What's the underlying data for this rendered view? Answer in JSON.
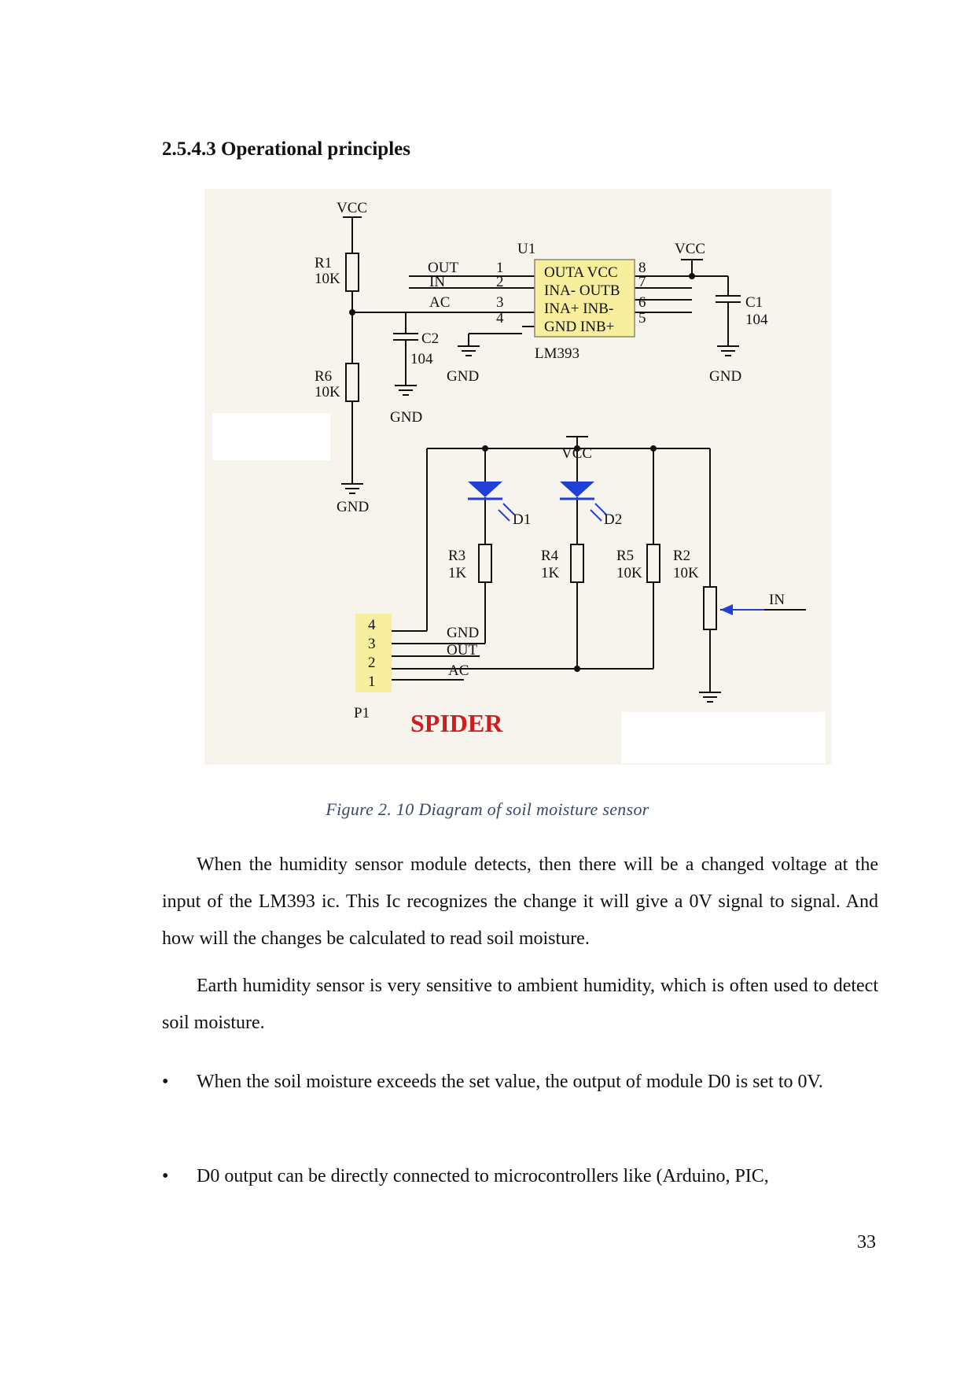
{
  "section": {
    "heading": "2.5.4.3 Operational principles"
  },
  "figure": {
    "caption": "Figure 2. 10  Diagram of soil moisture sensor",
    "labels": {
      "vcc": "VCC",
      "gnd": "GND",
      "r1": "R1",
      "r1_val": "10K",
      "r6": "R6",
      "r6_val": "10K",
      "c2": "C2",
      "c2_val": "104",
      "c1": "C1",
      "c1_val": "104",
      "u1": "U1",
      "u1_part": "LM393",
      "u1_row1": "OUTA VCC",
      "u1_row2": "INA- OUTB",
      "u1_row3": "INA+  INB-",
      "u1_row4": "GND  INB+",
      "pin1": "1",
      "pin2": "2",
      "pin3": "3",
      "pin4": "4",
      "pin5": "5",
      "pin6": "6",
      "pin7": "7",
      "pin8": "8",
      "net_out": "OUT",
      "net_in": "IN",
      "net_ac": "AC",
      "d1": "D1",
      "d2": "D2",
      "r3": "R3",
      "r3_val": "1K",
      "r4": "R4",
      "r4_val": "1K",
      "r5": "R5",
      "r5_val": "10K",
      "r2": "R2",
      "r2_val": "10K",
      "in_label": "IN",
      "p1": "P1",
      "p1_pin4": "4",
      "p1_pin3": "3",
      "p1_pin2": "2",
      "p1_pin1": "1",
      "brand": "SPIDER"
    }
  },
  "paragraphs": [
    "When the humidity sensor module detects, then there will be a changed voltage at the input of the LM393 ic. This Ic recognizes the change it will give a 0V signal to signal. And how will the changes be calculated to read soil moisture.",
    "Earth humidity sensor is very sensitive to ambient humidity, which is often used to detect soil moisture."
  ],
  "bullets": [
    "When the soil moisture exceeds the set value, the output of module D0 is set to 0V.",
    "D0 output can be directly connected to microcontrollers like (Arduino, PIC,"
  ],
  "bullet_symbol": "•",
  "page_number": "33",
  "colors": {
    "figure_bg": "#f7f4ee",
    "ic_fill": "#f7ef9e",
    "led_blue": "#1f3fd8",
    "brand_red": "#d01c1c",
    "caption": "#3a4a66"
  }
}
